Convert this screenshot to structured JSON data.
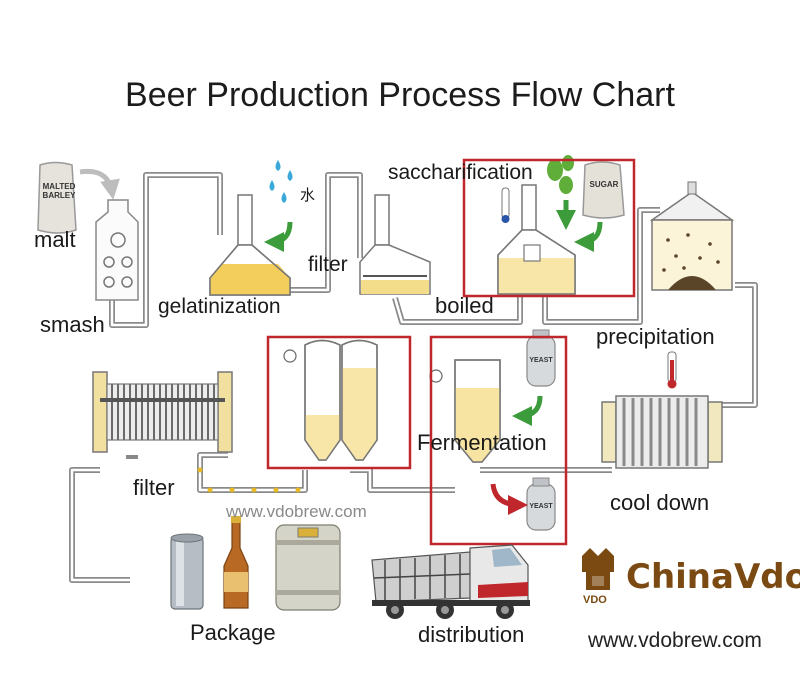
{
  "title": "Beer Production Process Flow Chart",
  "steps": {
    "malt": "malt",
    "smash": "smash",
    "gelatinization": "gelatinization",
    "water_char": "水",
    "filter_top": "filter",
    "saccharification": "saccharification",
    "boiled": "boiled",
    "precipitation": "precipitation",
    "fermentation": "Fermentation",
    "cool_down": "cool down",
    "filter_bottom": "filter",
    "package": "Package",
    "distribution": "distribution"
  },
  "sack_labels": {
    "malted_barley": "MALTED BARLEY",
    "sugar": "SUGAR",
    "yeast": "YEAST"
  },
  "watermark": "www.vdobrew.com",
  "brand": {
    "name": "ChinaVdo",
    "mark": "VDO",
    "url": "www.vdobrew.com",
    "color": "#7a4a12"
  },
  "colors": {
    "highlight_box": "#c0272d",
    "pipe": "#7d7d7d",
    "liquid": "#f3dc8a",
    "arrow_green": "#3c9b3a",
    "arrow_red": "#c0272d"
  }
}
